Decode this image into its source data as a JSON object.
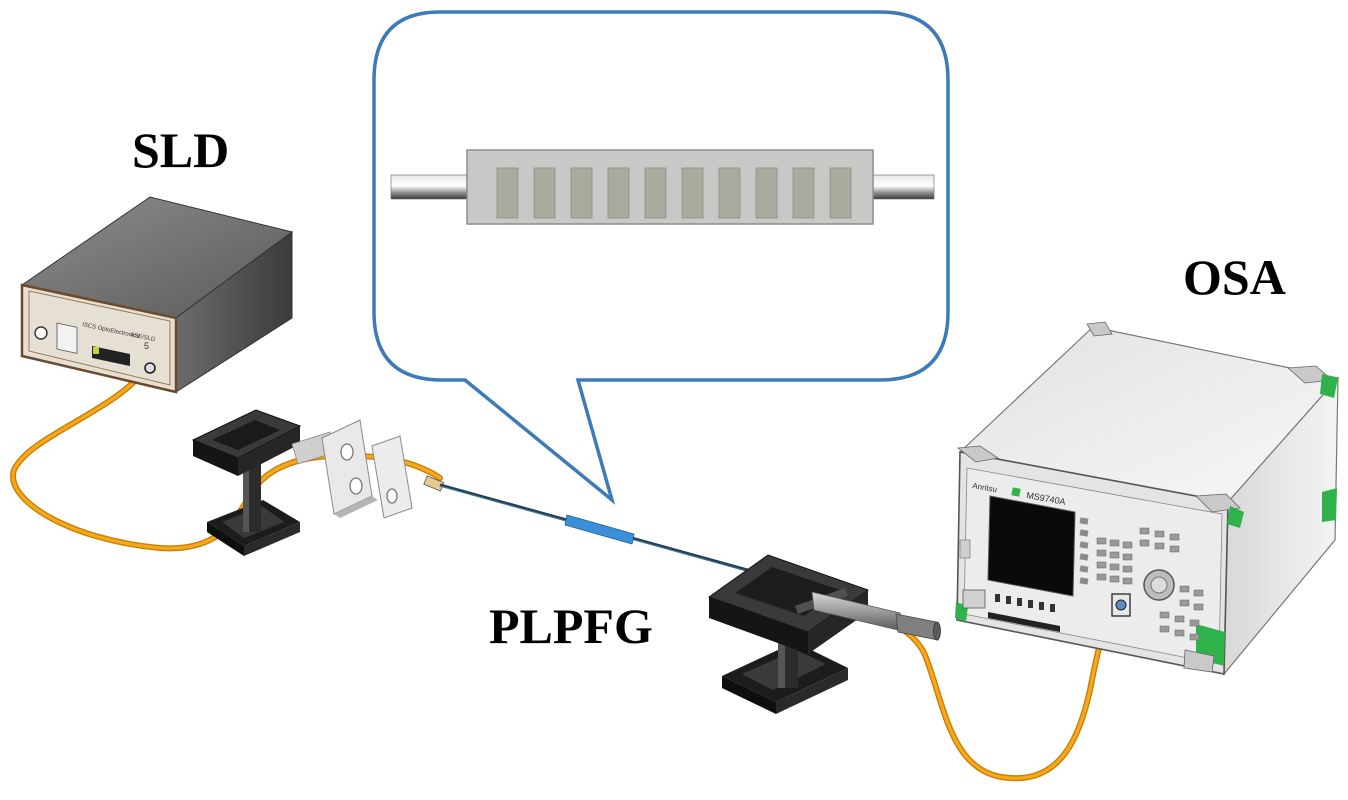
{
  "labels": {
    "sld": "SLD",
    "osa": "OSA",
    "plpfg": "PLPFG"
  },
  "device_text": {
    "sld_brand": "ISCS OptoElectronics",
    "sld_model": "ASE/SLD",
    "osa_brand": "Anritsu",
    "osa_model": "MS9740A"
  },
  "grating": {
    "period_count": 10
  },
  "colors": {
    "fiber_cable": "#f7a81b",
    "callout_border": "#3d7bb8",
    "fiber_core": "#1f3f66",
    "grating_section": "#3b8fd6",
    "grating_sleeve": "#c8c8c6",
    "grating_marks": "#a9ab9f",
    "osa_accent": "#2fb24a"
  }
}
